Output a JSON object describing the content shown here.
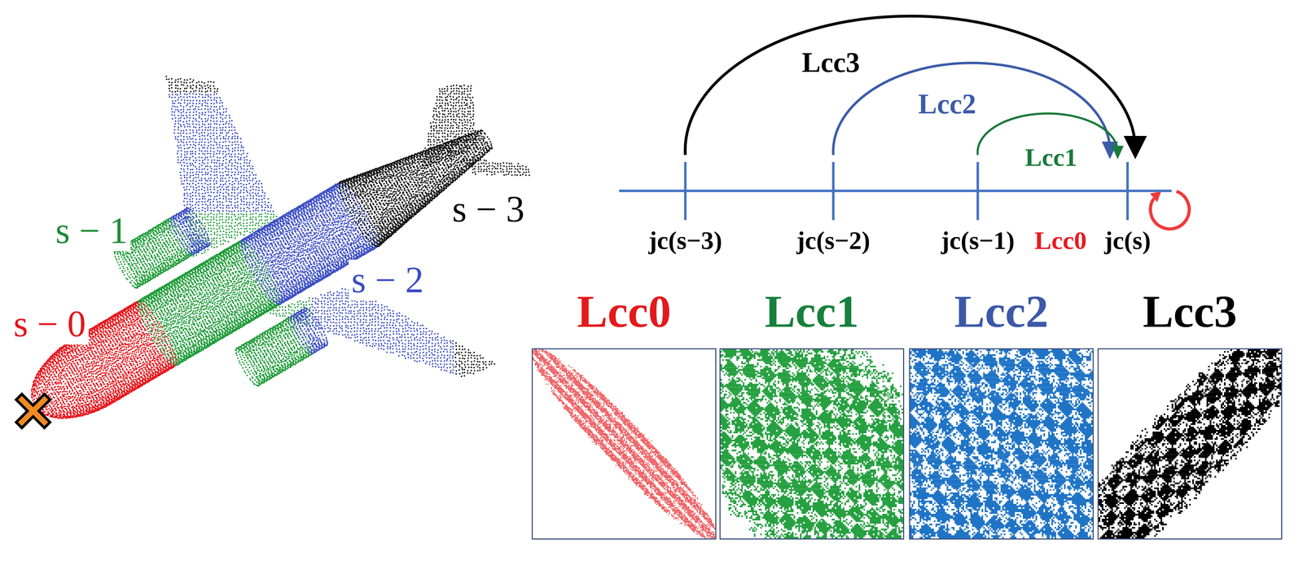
{
  "diagram": {
    "nodes": [
      {
        "text": [
          "Lcc0"
        ]
      },
      {
        "text": [
          "Lcc1"
        ]
      },
      {
        "text": [
          "Lcc2"
        ]
      },
      {
        "text": [
          "Lcc3"
        ]
      }
    ],
    "labels": [
      "s − 1",
      "s − 0",
      "s − 2",
      "s − 3",
      "Lcc3",
      "Lcc2",
      "Lcc1",
      "jc(s−3)",
      "jc(s−2)",
      "jc(s−1)",
      "Lcc0",
      "jc(s)"
    ]
  }
}
